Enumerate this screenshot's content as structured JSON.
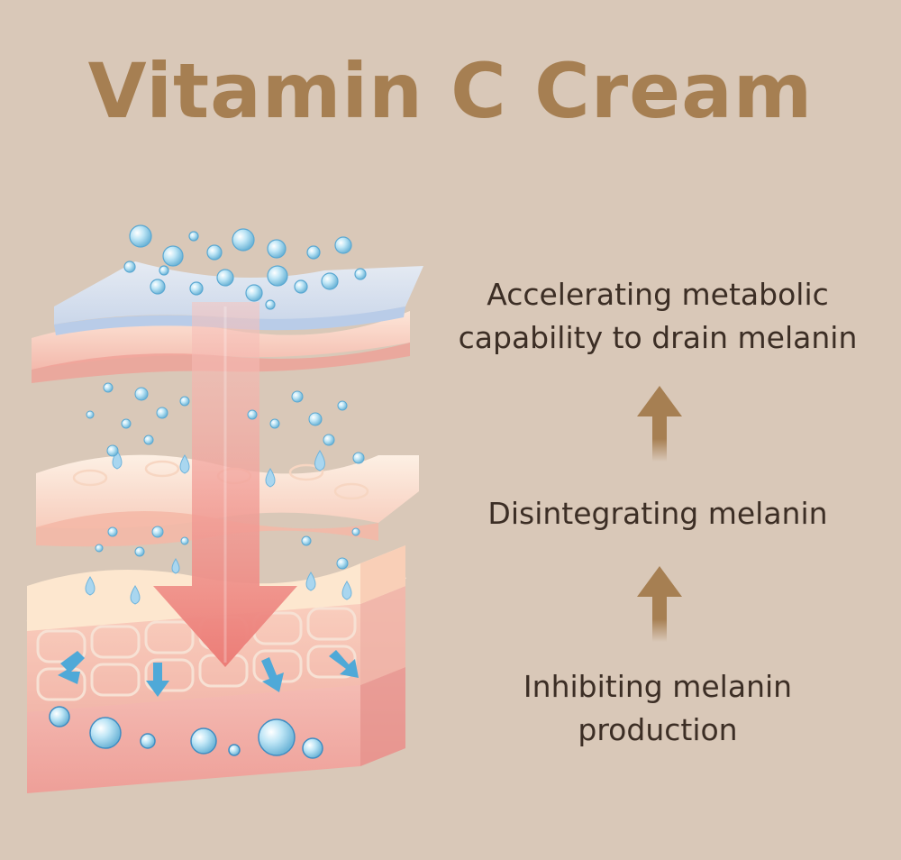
{
  "title": "Vitamin C Cream",
  "steps": {
    "top": [
      "Accelerating metabolic",
      "capability to drain melanin"
    ],
    "middle": [
      "Disintegrating melanin"
    ],
    "bottom": [
      "Inhibiting melanin",
      "production"
    ]
  },
  "colors": {
    "background": "#d9c8b8",
    "title": "#a67f52",
    "arrow": "#a67f52",
    "text": "#3c2e25",
    "main_arrow": "#ef8a85",
    "molecule": "#8dcde9",
    "skin_peach": "#fbd7c6",
    "skin_pink": "#f0b1ab"
  },
  "icons": [
    "up-arrow-icon",
    "down-arrow-icon",
    "molecule-bubble-icon",
    "droplet-icon",
    "cell-icon"
  ]
}
